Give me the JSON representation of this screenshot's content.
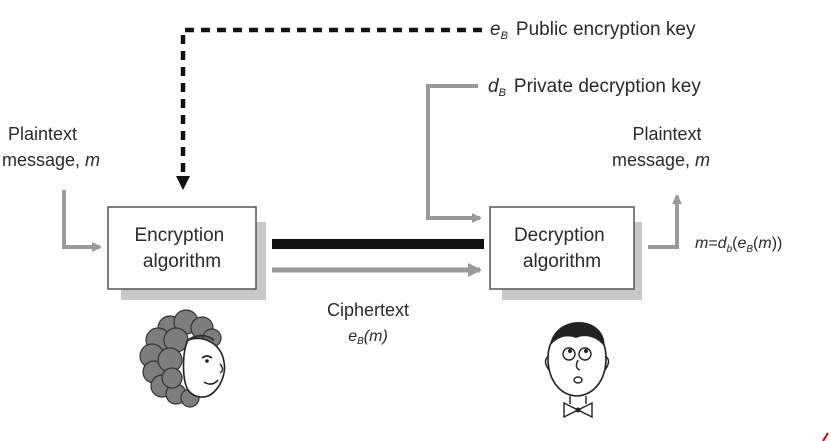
{
  "keys": {
    "public": {
      "symbol": "e",
      "subscript": "B",
      "label": "Public encryption key"
    },
    "private": {
      "symbol": "d",
      "subscript": "B",
      "label": "Private decryption key"
    }
  },
  "sender": {
    "input_line1": "Plaintext",
    "input_line2_text": "message, ",
    "input_line2_var": "m",
    "box_line1": "Encryption",
    "box_line2": "algorithm"
  },
  "receiver": {
    "box_line1": "Decryption",
    "box_line2": "algorithm",
    "output_line1": "Plaintext",
    "output_line2_text": "message, ",
    "output_line2_var": "m",
    "formula": "m=d_b(e_B(m))"
  },
  "channel": {
    "label_line1": "Ciphertext",
    "label_line2": "e_B(m)"
  },
  "colors": {
    "arrow_gray": "#9a9a9a",
    "line_black": "#111111",
    "box_border": "#555555",
    "box_shadow": "#c8c8c8",
    "hair_gray": "#7d7d7d",
    "corner_mark": "#cc0000"
  },
  "icons": {
    "sender": "alice-face-icon",
    "receiver": "bob-face-icon"
  }
}
